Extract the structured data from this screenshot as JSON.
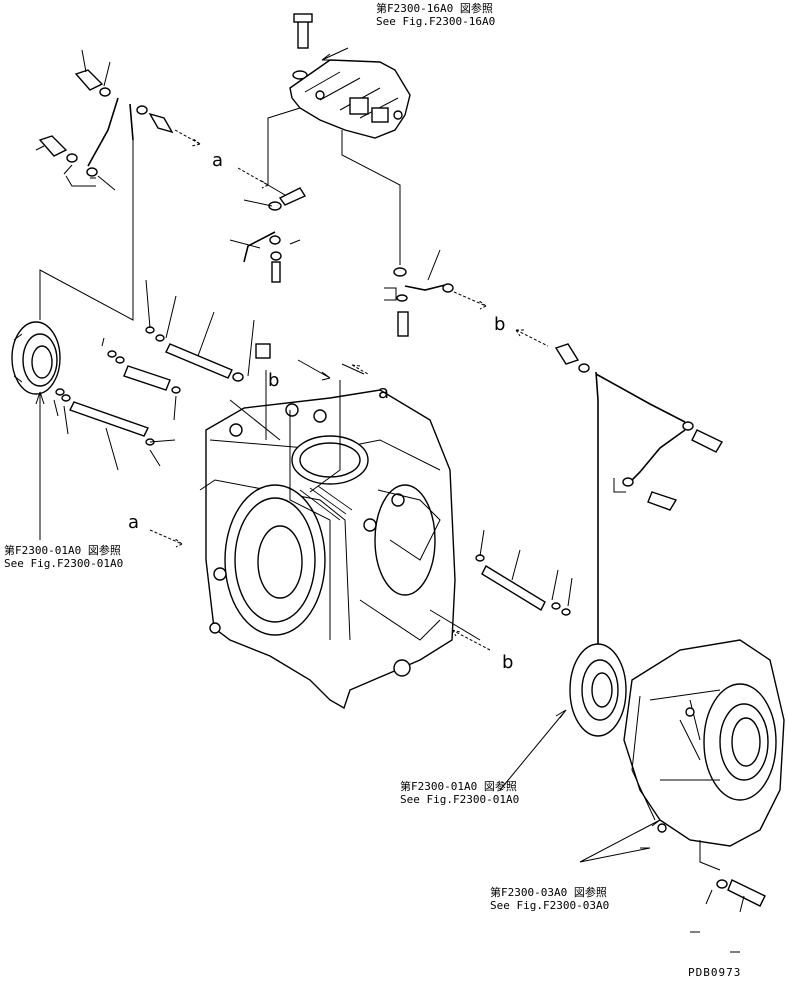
{
  "references": [
    {
      "jp": "第F2300-16A0 図参照",
      "en": "See Fig.F2300-16A0"
    },
    {
      "jp": "第F2300-01A0 図参照",
      "en": "See Fig.F2300-01A0"
    },
    {
      "jp": "第F2300-01A0 図参照",
      "en": "See Fig.F2300-01A0"
    },
    {
      "jp": "第F2300-03A0 図参照",
      "en": "See Fig.F2300-03A0"
    }
  ],
  "connection_labels": [
    "a",
    "a",
    "a",
    "b",
    "b",
    "b"
  ],
  "drawing_code": "PDB0973",
  "colors": {
    "line": "#000000",
    "background": "#ffffff"
  }
}
